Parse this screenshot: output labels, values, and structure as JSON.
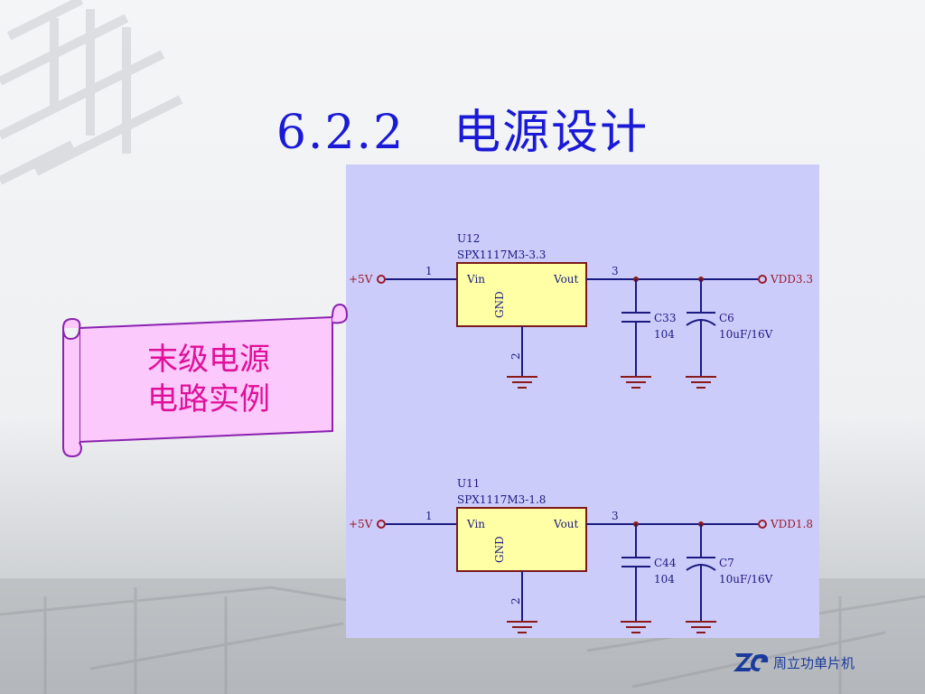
{
  "slide": {
    "title": "6.2.2　电源设计",
    "scroll_lines": [
      "末级电源",
      "电路实例"
    ],
    "brand_text": "周立功单片机"
  },
  "colors": {
    "title": "#1a1ad6",
    "scroll_text": "#e0109a",
    "scroll_fill": "#fbc9fb",
    "scroll_border": "#8a22b0",
    "schematic_bg": "#ccccfb",
    "ic_fill": "#ffffa6",
    "wire": "#1a1a80",
    "node": "#8a1a1a",
    "ground": "#8a1a1a",
    "net_label": "#9a1a2a"
  },
  "schematic": {
    "regulators": [
      {
        "designator": "U12",
        "part": "SPX1117M3-3.3",
        "vin_label": "Vin",
        "vout_label": "Vout",
        "gnd_label": "GND",
        "pin_in": "1",
        "pin_out": "3",
        "pin_gnd": "2",
        "input_net": "+5V",
        "output_net": "VDD3.3",
        "cap1": {
          "name": "C33",
          "value": "104"
        },
        "cap2": {
          "name": "C6",
          "value": "10uF/16V"
        }
      },
      {
        "designator": "U11",
        "part": "SPX1117M3-1.8",
        "vin_label": "Vin",
        "vout_label": "Vout",
        "gnd_label": "GND",
        "pin_in": "1",
        "pin_out": "3",
        "pin_gnd": "2",
        "input_net": "+5V",
        "output_net": "VDD1.8",
        "cap1": {
          "name": "C44",
          "value": "104"
        },
        "cap2": {
          "name": "C7",
          "value": "10uF/16V"
        }
      }
    ]
  }
}
